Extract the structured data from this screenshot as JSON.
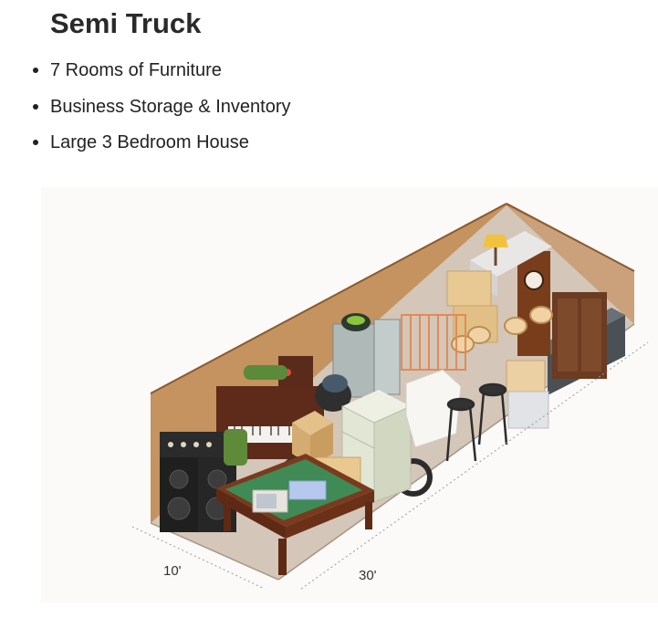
{
  "heading": "Semi Truck",
  "features": [
    "7 Rooms of Furniture",
    "Business Storage & Inventory",
    "Large 3 Bedroom House"
  ],
  "illustration": {
    "width_label": "10'",
    "length_label": "30'"
  }
}
